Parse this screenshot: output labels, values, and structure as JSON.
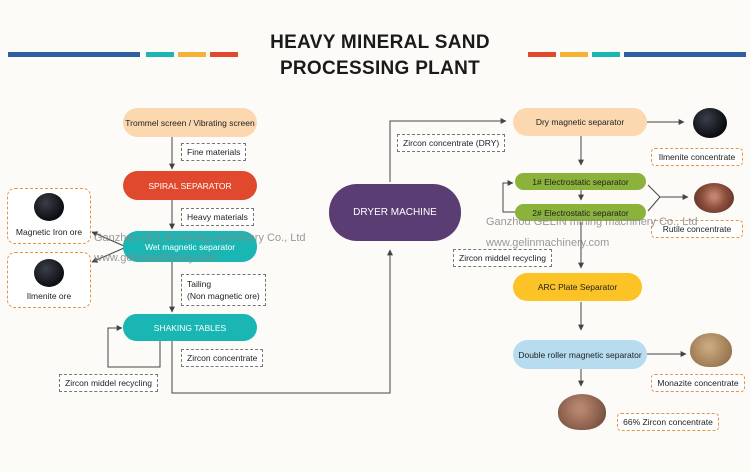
{
  "title": {
    "line1": "HEAVY MINERAL SAND",
    "line2": "PROCESSING PLANT"
  },
  "colors": {
    "red": "#e0492e",
    "orange": "#f5b335",
    "teal": "#1ab6b3",
    "blue": "#2f5f9e",
    "purple": "#5a3d72",
    "green": "#8bb33c",
    "peach": "#fbd8b0",
    "yellow": "#fcc326",
    "lightblue": "#b7dcef"
  },
  "nodes": {
    "trommel": "Trommel screen / Vibrating screen",
    "spiral": "SPIRAL SEPARATOR",
    "wet_magnetic": "Wet magnetic separator",
    "shaking_tables": "SHAKING TABLES",
    "dryer": "DRYER MACHINE",
    "dry_magnetic": "Dry magnetic separator",
    "electrostatic1": "1# Electrostatic  separator",
    "electrostatic2": "2# Electrostatic  separator",
    "arc_plate": "ARC Plate Separator",
    "double_roller": "Double roller magnetic separator"
  },
  "labels": {
    "fine_materials": "Fine materials",
    "heavy_materials": "Heavy materials",
    "tailing_line1": "Tailing",
    "tailing_line2": "(Non magnetic ore)",
    "zircon_concentrate": "Zircon concentrate",
    "zircon_middel_left": "Zircon middel recycling",
    "zircon_concentrate_dry": "Zircon concentrate (DRY)",
    "zircon_middel_right": "Zircon middel recycling"
  },
  "outputs": {
    "magnetic_iron_ore": "Magnetic Iron ore",
    "ilmenite_ore": "Ilmenite ore",
    "ilmenite_concentrate": "Ilmenite concentrate",
    "rutile_concentrate": "Rutile concentrate",
    "monazite_concentrate": "Monazite concentrate",
    "zircon_66": "66% Zircon concentrate"
  },
  "watermarks": {
    "company": "Ganzhou GELIN mining machinery Co., Ltd",
    "url": "www.gelinmachinery.com"
  }
}
